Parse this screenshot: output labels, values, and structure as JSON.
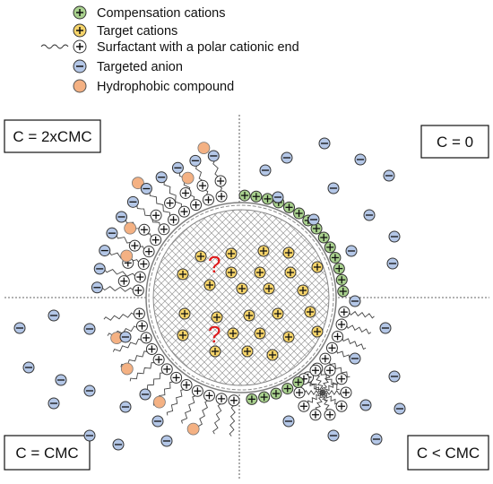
{
  "colors": {
    "compensation_cation": "#a9d18e",
    "target_cation": "#f6d46a",
    "surfactant_head": "#ffffff",
    "anion": "#b4c7e7",
    "hydrophobic": "#f4b183",
    "question": "#e0191b"
  },
  "legend": [
    {
      "icon": "plus-in-circle-green-icon",
      "label": "Compensation cations"
    },
    {
      "icon": "plus-in-circle-yellow-icon",
      "label": "Target cations"
    },
    {
      "icon": "surfactant-icon",
      "label": "Surfactant with a polar cationic end"
    },
    {
      "icon": "minus-in-circle-blue-icon",
      "label": "Targeted anion"
    },
    {
      "icon": "orange-circle-icon",
      "label": "Hydrophobic compound"
    }
  ],
  "quadrants": {
    "top_left": "C = 2xCMC",
    "top_right": "C = 0",
    "bottom_left": "C = CMC",
    "bottom_right": "C < CMC"
  },
  "question_marks": [
    "?",
    "?"
  ]
}
